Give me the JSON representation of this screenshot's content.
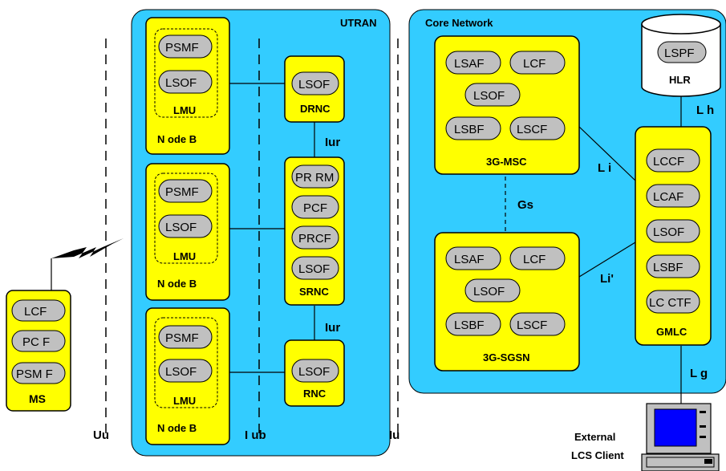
{
  "colors": {
    "region_fill": "#33ccff",
    "node_fill": "#ffff00",
    "pill_fill": "#c0c0c0",
    "stroke": "#000000"
  },
  "regions": {
    "utran": "UTRAN",
    "core": "Core Network"
  },
  "interfaces": {
    "uu": "Uu",
    "iub": "I ub",
    "iu": "Iu",
    "iur1": "Iur",
    "iur2": "Iur",
    "gs": "Gs",
    "li": "L i",
    "li_prime": "Li'",
    "lh": "L h",
    "lg": "L g"
  },
  "nodes": {
    "node_b1": {
      "label": "N ode B",
      "lmu_label": "LMU",
      "pills": [
        "PSMF",
        "LSOF"
      ]
    },
    "node_b2": {
      "label": "N ode B",
      "lmu_label": "LMU",
      "pills": [
        "PSMF",
        "LSOF"
      ]
    },
    "node_b3": {
      "label": "N ode B",
      "lmu_label": "LMU",
      "pills": [
        "PSMF",
        "LSOF"
      ]
    },
    "drnc": {
      "label": "DRNC",
      "pills": [
        "LSOF"
      ]
    },
    "srnc": {
      "label": "SRNC",
      "pills": [
        "PR RM",
        "PCF",
        "PRCF",
        "LSOF"
      ]
    },
    "rnc": {
      "label": "RNC",
      "pills": [
        "LSOF"
      ]
    },
    "msc": {
      "label": "3G-MSC",
      "pills": [
        "LSAF",
        "LCF",
        "LSOF",
        "LSBF",
        "LSCF"
      ]
    },
    "sgsn": {
      "label": "3G-SGSN",
      "pills": [
        "LSAF",
        "LCF",
        "LSOF",
        "LSBF",
        "LSCF"
      ]
    },
    "hlr": {
      "label": "HLR",
      "pills": [
        "LSPF"
      ]
    },
    "gmlc": {
      "label": "GMLC",
      "pills": [
        "LCCF",
        "LCAF",
        "LSOF",
        "LSBF",
        "LC CTF"
      ]
    },
    "ms": {
      "label": "MS",
      "pills": [
        "LCF",
        "PC F",
        "PSM F"
      ]
    }
  },
  "client": {
    "label_line1": "External",
    "label_line2": "LCS Client"
  }
}
